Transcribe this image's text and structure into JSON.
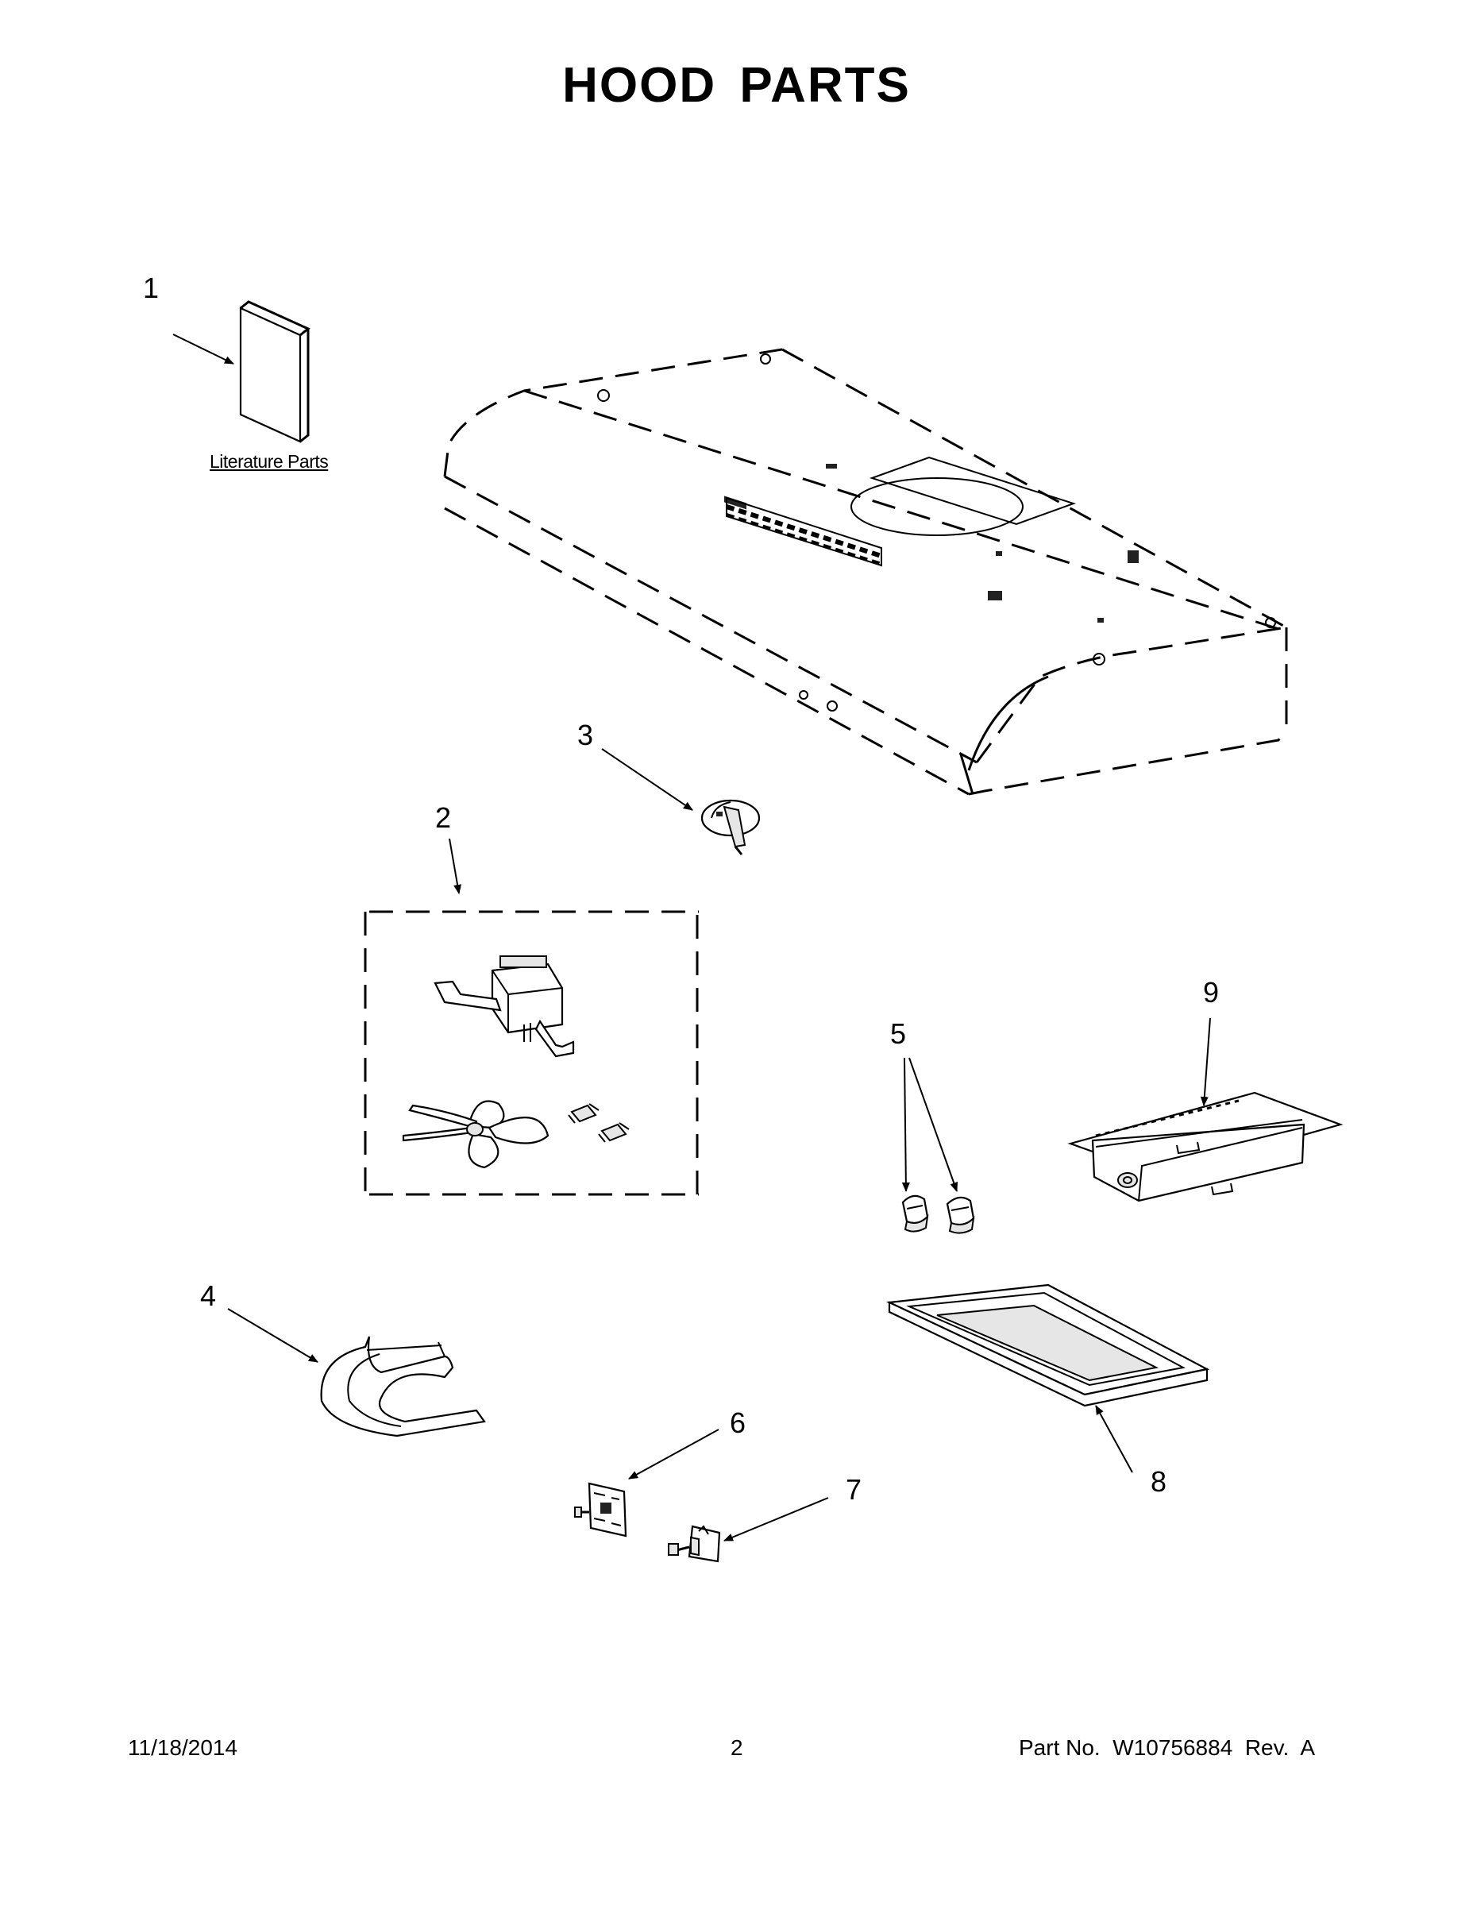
{
  "page": {
    "title": "HOOD PARTS",
    "literature_label": "Literature Parts"
  },
  "callouts": [
    "1",
    "2",
    "3",
    "4",
    "5",
    "6",
    "7",
    "8",
    "9"
  ],
  "footer": {
    "date": "11/18/2014",
    "page_number": "2",
    "part_number": "Part No.  W10756884  Rev.  A"
  }
}
